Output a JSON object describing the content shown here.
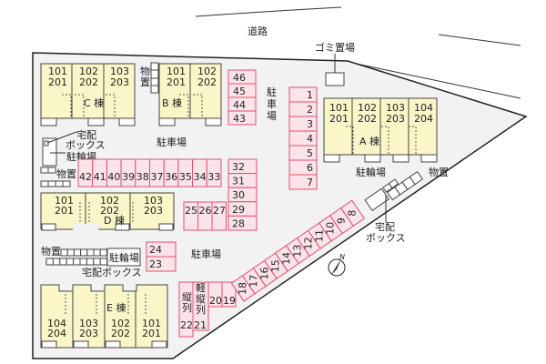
{
  "road_label": "道路",
  "garbage_label": "ゴミ置場",
  "parking_label": "駐車場",
  "parking_label_vertical": [
    "駐",
    "車",
    "場"
  ],
  "bicycle_label": "駐輪場",
  "storage_label": "物置",
  "storage_label_vertical": [
    "物",
    "置"
  ],
  "delivery_box_label": "宅配ボックス",
  "delivery_box_lines": [
    "宅配",
    "ボックス"
  ],
  "tandem_label": [
    "縦",
    "列"
  ],
  "kei_tandem_label": [
    "軽",
    "縦",
    "列"
  ],
  "compass_label": "N",
  "buildings": {
    "A": {
      "name": "A 棟",
      "units": [
        [
          "101",
          "201"
        ],
        [
          "102",
          "202"
        ],
        [
          "103",
          "203"
        ],
        [
          "104",
          "204"
        ]
      ]
    },
    "B": {
      "name": "B 棟",
      "units": [
        [
          "101",
          "201"
        ],
        [
          "102",
          "202"
        ]
      ]
    },
    "C": {
      "name": "C 棟",
      "units": [
        [
          "101",
          "201"
        ],
        [
          "102",
          "202"
        ],
        [
          "103",
          "203"
        ]
      ]
    },
    "D": {
      "name": "D 棟",
      "units": [
        [
          "101",
          "201"
        ],
        [
          "102",
          "202"
        ],
        [
          "103",
          "203"
        ]
      ]
    },
    "E": {
      "name": "E 棟",
      "units": [
        [
          "104",
          "204"
        ],
        [
          "103",
          "203"
        ],
        [
          "102",
          "202"
        ],
        [
          "101",
          "201"
        ]
      ]
    }
  },
  "parking": {
    "col_46_43": [
      "46",
      "45",
      "44",
      "43"
    ],
    "col_1_7": [
      "1",
      "2",
      "3",
      "4",
      "5",
      "6",
      "7"
    ],
    "row_42_33": [
      "42",
      "41",
      "40",
      "39",
      "38",
      "37",
      "36",
      "35",
      "34",
      "33"
    ],
    "col_32_28": [
      "32",
      "31",
      "30",
      "29",
      "28"
    ],
    "row_25_27": [
      "25",
      "26",
      "27"
    ],
    "col_24_23": [
      "24",
      "23"
    ],
    "row_20_19": [
      "20",
      "19"
    ],
    "tandem": [
      "22",
      "21"
    ],
    "diagonal": [
      "18",
      "17",
      "16",
      "15",
      "14",
      "13",
      "12",
      "11",
      "10",
      "9",
      "8"
    ]
  },
  "colors": {
    "building": "#fbf6c8",
    "parking": "#fbe3ea",
    "parking_border": "#e0506c",
    "site": "#f2f2f2"
  }
}
